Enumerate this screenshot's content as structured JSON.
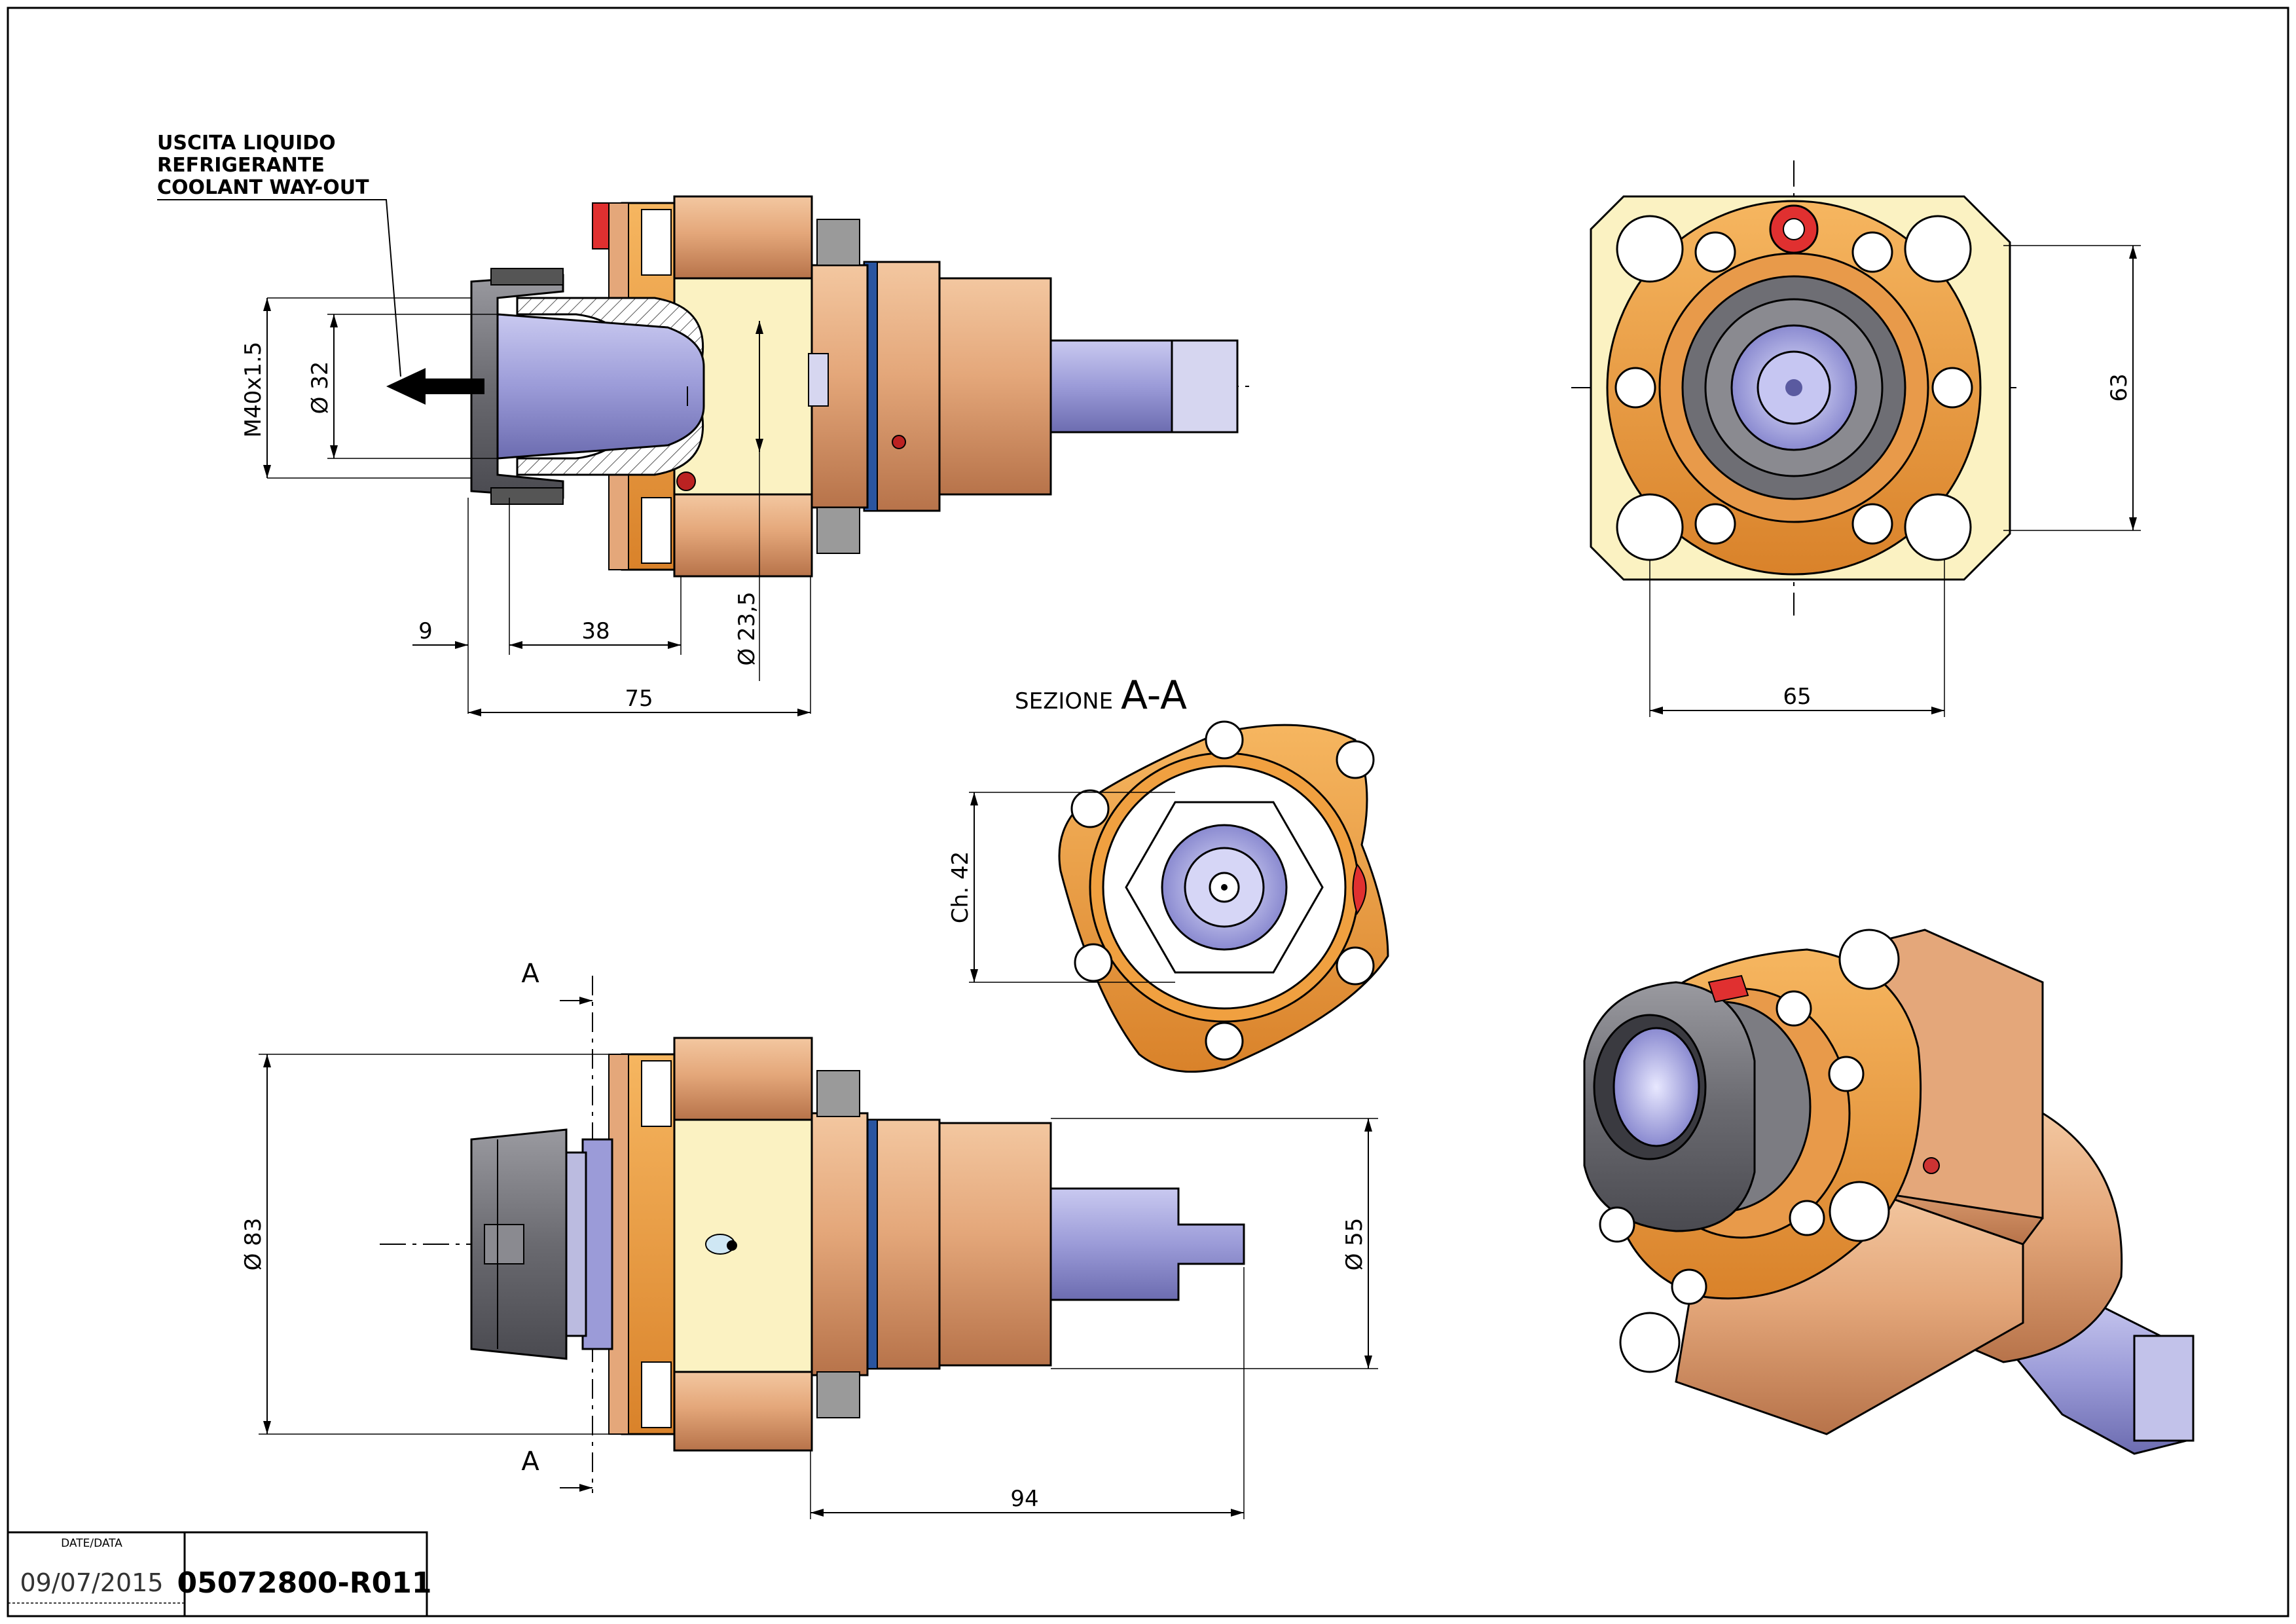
{
  "note": {
    "line1": "USCITA LIQUIDO",
    "line2": "REFRIGERANTE",
    "line3": "COOLANT WAY-OUT"
  },
  "dimensions": {
    "thread": "M40x1.5",
    "d32": "Ø 32",
    "d23": "Ø 23,5",
    "d9": "9",
    "d38": "38",
    "d75": "75",
    "d63": "63",
    "d65": "65",
    "ch42": "Ch. 42",
    "d83": "Ø 83",
    "d55": "Ø 55",
    "d94": "94"
  },
  "section": {
    "prefix": "SEZIONE",
    "name": "A-A",
    "marker": "A"
  },
  "title_block": {
    "date_label": "DATE/DATA",
    "date": "09/07/2015",
    "code": "05072800-R011"
  },
  "colors": {
    "orange": "#f0a040",
    "copper": "#e0a678",
    "cream": "#fbf2c2",
    "steel": "#9c9cd8",
    "collet": "#6e6e74",
    "red": "#e03030",
    "blue_ring": "#2a55a0"
  }
}
